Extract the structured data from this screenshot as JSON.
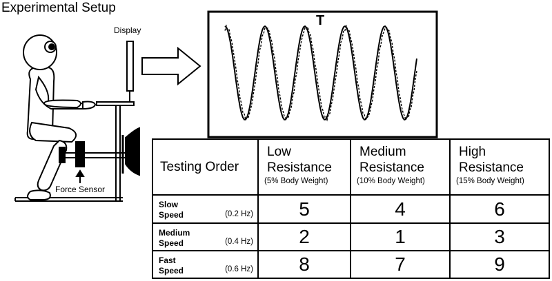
{
  "title": "Experimental Setup",
  "labels": {
    "display": "Display",
    "force_sensor": "Force Sensor",
    "trace_marker": "T"
  },
  "table": {
    "corner": "Testing Order",
    "columns": [
      {
        "name": "Low Resistance",
        "line1": "Low",
        "line2": "Resistance",
        "sub": "(5% Body Weight)"
      },
      {
        "name": "Medium Resistance",
        "line1": "Medium",
        "line2": "Resistance",
        "sub": "(10% Body Weight)"
      },
      {
        "name": "High Resistance",
        "line1": "High",
        "line2": "Resistance",
        "sub": "(15% Body Weight)"
      }
    ],
    "rows": [
      {
        "name": "Slow\nSpeed",
        "freq": "(0.2 Hz)",
        "values": [
          "5",
          "4",
          "6"
        ]
      },
      {
        "name": "Medium\nSpeed",
        "freq": "(0.4 Hz)",
        "values": [
          "2",
          "1",
          "3"
        ]
      },
      {
        "name": "Fast\nSpeed",
        "freq": "(0.6 Hz)",
        "values": [
          "8",
          "7",
          "9"
        ]
      }
    ]
  }
}
